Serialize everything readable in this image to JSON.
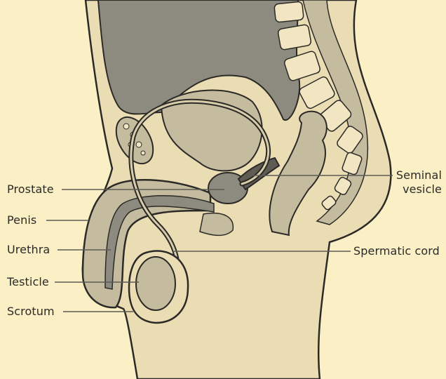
{
  "labels": {
    "prostate": "Prostate",
    "penis": "Penis",
    "urethra": "Urethra",
    "testicle": "Testicle",
    "scrotum": "Scrotum",
    "seminal_vesicle": [
      "Seminal",
      "vesicle"
    ],
    "spermatic_cord": "Spermatic cord"
  },
  "colors": {
    "background": "#fbefc6",
    "body_fill": "#eadcb3",
    "organ_fill": "#c5bc9f",
    "dark_fill": "#8d8a7f",
    "outline": "#2b2a27",
    "leader_line": "#5d5b55"
  }
}
